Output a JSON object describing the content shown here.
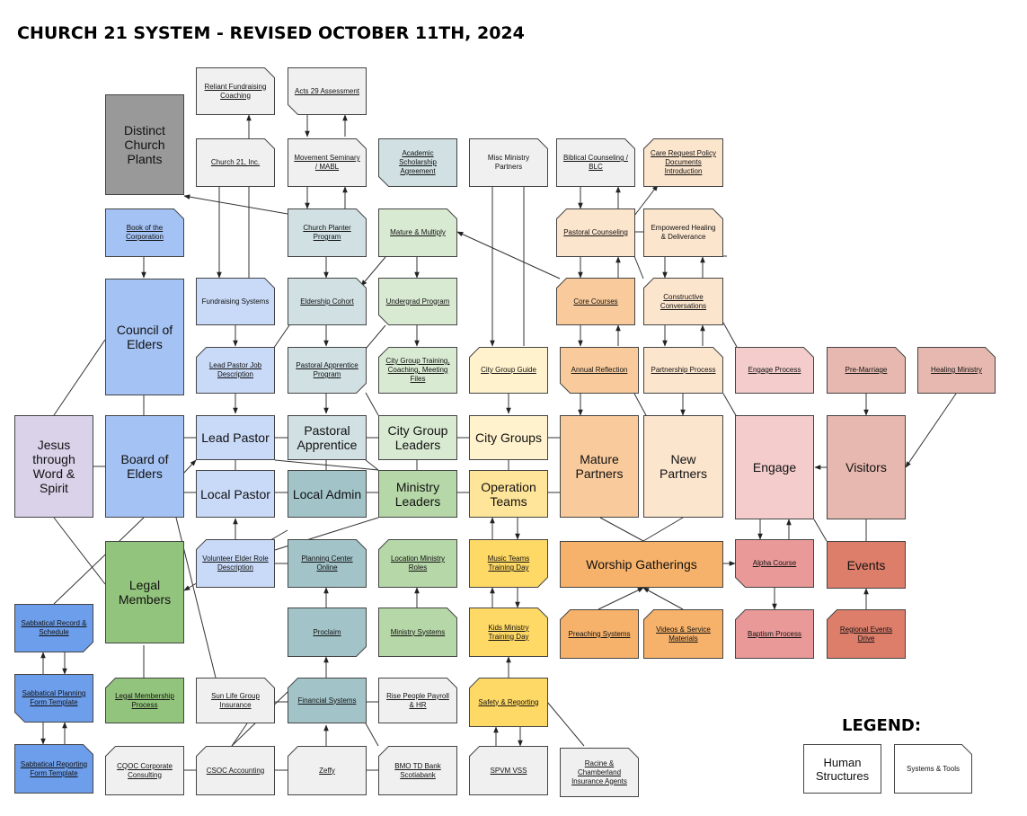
{
  "title": "CHURCH 21 SYSTEM - REVISED OCTOBER 11TH, 2024",
  "legend": {
    "title": "LEGEND:",
    "human": "Human Structures",
    "system": "Systems & Tools"
  },
  "colors": {
    "gray": "#f0f0f0",
    "darkgray": "#999999",
    "lightblue": "#c9daf8",
    "blue": "#a4c2f4",
    "strongblue": "#6d9eeb",
    "teal": "#a2c4c9",
    "lightteal": "#d0e0e3",
    "green": "#93c47d",
    "lightgreen": "#b6d7a8",
    "palegreen": "#d9ead3",
    "yellow": "#ffd966",
    "paleyellow": "#fff2cc",
    "lightyellow": "#ffe599",
    "orange": "#f6b26b",
    "lightorange": "#f9cb9c",
    "paleorange": "#fce5cd",
    "pink": "#f4cccc",
    "rose": "#e6b8af",
    "red": "#dd7e6b",
    "lightred": "#ea9999",
    "lavender": "#d9d2e9"
  },
  "nodes": {
    "distinct_church_plants": "Distinct Church Plants",
    "reliant_fundraising": "Reliant Fundraising Coaching",
    "acts29": "Acts 29 Assessment",
    "church21_inc": "Church 21, Inc.",
    "movement_seminary": "Movement Seminary / MABL",
    "academic_scholarship": "Academic Scholarship Agreement",
    "misc_ministry_partners": "Misc Ministry Partners",
    "biblical_counseling": "Biblical Counseling / BLC",
    "care_request": "Care Request Policy Documents Introduction",
    "book_corporation": "Book of the Corporation",
    "church_planter_program": "Church Planter Program",
    "mature_multiply": "Mature & Multiply",
    "pastoral_counseling": "Pastoral Counseling",
    "empowered_healing": "Empowered Healing & Deliverance",
    "council_elders": "Council of Elders",
    "fundraising_systems": "Fundraising Systems",
    "eldership_cohort": "Eldership Cohort",
    "undergrad_program": "Undergrad Program",
    "core_courses": "Core Courses",
    "constructive_conversations": "Constructive Conversations",
    "lead_pastor_job": "Lead Pastor Job Description",
    "pastoral_apprentice_program": "Pastoral Apprentice Program",
    "city_group_training": "City Group Training, Coaching, Meeting Files",
    "city_group_guide": "City Group Guide",
    "annual_reflection": "Annual Reflection",
    "partnership_process": "Partnership Process",
    "engage_process": "Engage Process",
    "pre_marriage": "Pre-Marriage",
    "healing_ministry": "Healing Ministry",
    "jesus": "Jesus through Word & Spirit",
    "board_elders": "Board of Elders",
    "lead_pastor": "Lead Pastor",
    "pastoral_apprentice": "Pastoral Apprentice",
    "city_group_leaders": "City Group Leaders",
    "city_groups": "City Groups",
    "mature_partners": "Mature Partners",
    "new_partners": "New Partners",
    "engage": "Engage",
    "visitors": "Visitors",
    "local_pastor": "Local Pastor",
    "local_admin": "Local Admin",
    "ministry_leaders": "Ministry Leaders",
    "operation_teams": "Operation Teams",
    "legal_members": "Legal Members",
    "volunteer_elder": "Volunteer Elder Role Description",
    "planning_center": "Planning Center Online",
    "location_ministry_roles": "Location Ministry Roles",
    "music_teams": "Music Teams Training Day",
    "worship_gatherings": "Worship Gatherings",
    "alpha_course": "Alpha Course",
    "events": "Events",
    "sabbatical_record": "Sabbatical Record & Schedule",
    "proclaim": "Proclaim",
    "ministry_systems": "Ministry Systems",
    "kids_ministry": "Kids Ministry Training Day",
    "preaching_systems": "Preaching Systems",
    "videos_service": "Videos & Service Materials",
    "baptism_process": "Baptism Process",
    "regional_events": "Regional Events Drive",
    "sabbatical_planning": "Sabbatical Planning Form Template",
    "legal_membership": "Legal Membership Process",
    "sun_life": "Sun Life Group Insurance",
    "financial_systems": "Financial Systems",
    "rise_people": "Rise People Payroll & HR",
    "safety_reporting": "Safety & Reporting",
    "sabbatical_reporting": "Sabbatical Reporting Form Template",
    "cqoc": "CQOC Corporate Consulting",
    "csoc": "CSOC Accounting",
    "zeffy": "Zeffy",
    "bmo": "BMO TD Bank Scotiabank",
    "spvm": "SPVM VSS",
    "racine": "Racine & Chamberland Insurance Agents"
  }
}
